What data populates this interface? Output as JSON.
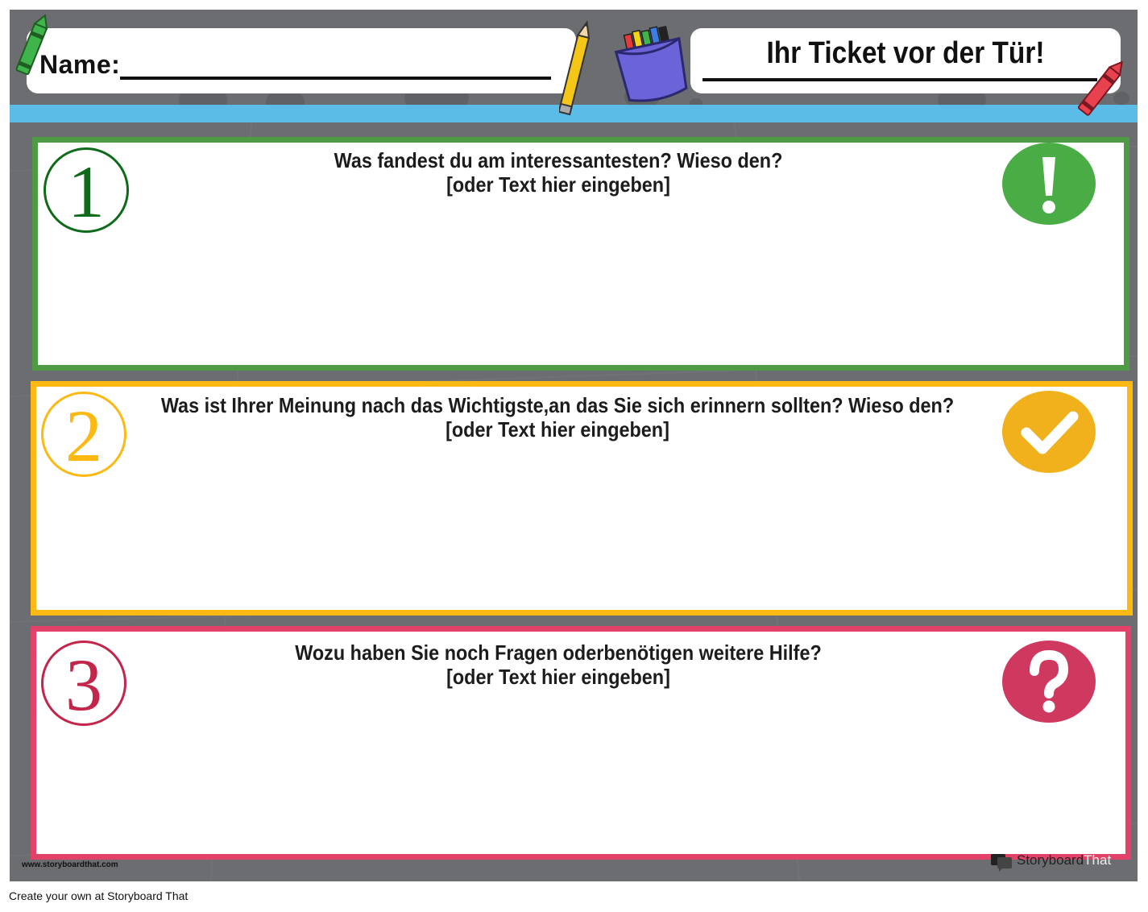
{
  "worksheet": {
    "name_label": "Name:",
    "title": "Ihr Ticket vor der Tür!",
    "panels": [
      {
        "number": "1",
        "question_line1": "Was fandest du am interessantesten? Wieso den?",
        "question_line2": "[oder Text hier eingeben]",
        "icon": "exclamation-icon",
        "border_color": "#4e9a45",
        "badge_color": "#4aac45"
      },
      {
        "number": "2",
        "question_line1": "Was ist Ihrer Meinung nach das Wichtigste,an das Sie sich erinnern sollten? Wieso den?",
        "question_line2": "[oder Text hier eingeben]",
        "icon": "checkmark-icon",
        "border_color": "#fdb913",
        "badge_color": "#f0b11c"
      },
      {
        "number": "3",
        "question_line1": "Wozu haben Sie noch Fragen oderbenötigen weitere Hilfe?",
        "question_line2": "[oder Text hier eingeben]",
        "icon": "question-mark-icon",
        "border_color": "#e2426a",
        "badge_color": "#cf3960"
      }
    ],
    "website": "www.storyboardthat.com",
    "brand_part1": "Storyboard",
    "brand_part2": "That"
  },
  "footer": {
    "text": "Create your own at Storyboard That"
  },
  "colors": {
    "background": "#6b6d70",
    "stripe": "#5bbce8"
  }
}
